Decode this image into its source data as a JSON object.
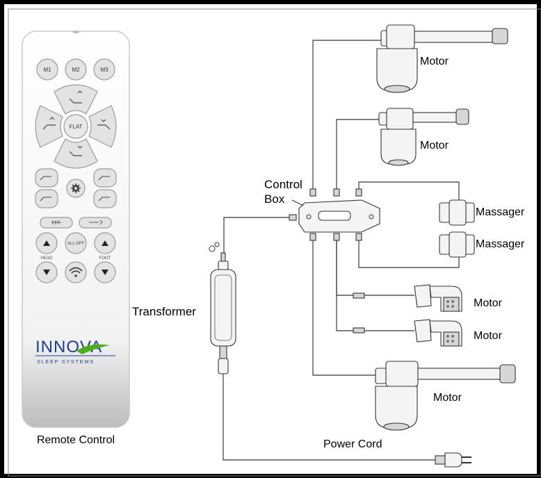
{
  "labels": {
    "remote": "Remote Control",
    "transformer": "Transformer",
    "control_box_line1": "Control",
    "control_box_line2": "Box",
    "motor": "Motor",
    "massager": "Massager",
    "power_cord": "Power Cord"
  },
  "remote": {
    "memory_buttons": [
      "M1",
      "M2",
      "M3"
    ],
    "flat": "FLAT",
    "all_off": "ALL OFF",
    "head": "HEAD",
    "foot": "FOOT",
    "brand": "INNOVA",
    "tagline": "SLEEP SYSTEMS"
  },
  "colors": {
    "brand": "#1d3f93",
    "accent": "#4caf1a",
    "frame": "#000000"
  },
  "icons": [
    "gear-icon",
    "wireless-icon",
    "arrow-up-icon",
    "arrow-down-icon"
  ]
}
